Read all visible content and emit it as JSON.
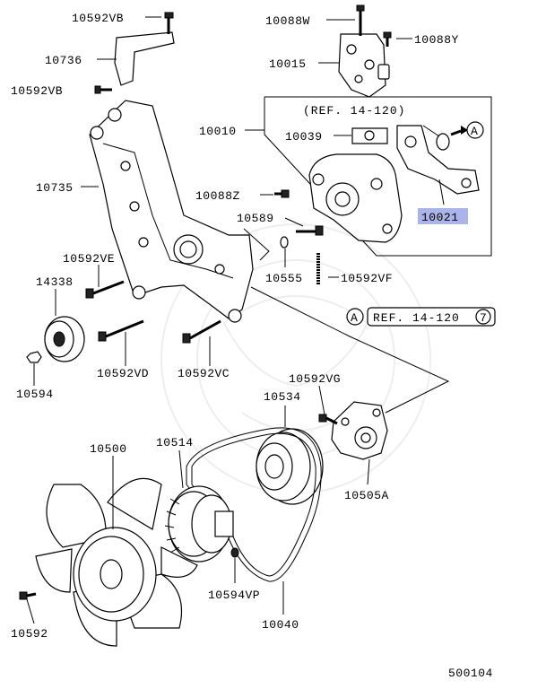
{
  "diagram_id": "500104",
  "highlight_color": "#aab4e8",
  "labels": {
    "l10592VB_top": "10592VB",
    "l10736": "10736",
    "l10592VB_left": "10592VB",
    "l10735": "10735",
    "l10088W": "10088W",
    "l10088Y": "10088Y",
    "l10015": "10015",
    "l10010": "10010",
    "l10039": "10039",
    "l10021": "10021",
    "l10088Z": "10088Z",
    "l10589": "10589",
    "l10555": "10555",
    "l10592VF": "10592VF",
    "l10592VE": "10592VE",
    "l14338": "14338",
    "l10592VD": "10592VD",
    "l10592VC": "10592VC",
    "l10594": "10594",
    "l10592VG": "10592VG",
    "l10534": "10534",
    "l10500": "10500",
    "l10514": "10514",
    "l10505A": "10505A",
    "l10594VP": "10594VP",
    "l10592": "10592",
    "l10040": "10040"
  },
  "refs": {
    "ref_box_text": "(REF. 14-120)",
    "ref_box_circle": "A",
    "ref_bottom_circle": "A",
    "ref_bottom_text": "REF. 14-120",
    "ref_bottom_num": "7"
  }
}
